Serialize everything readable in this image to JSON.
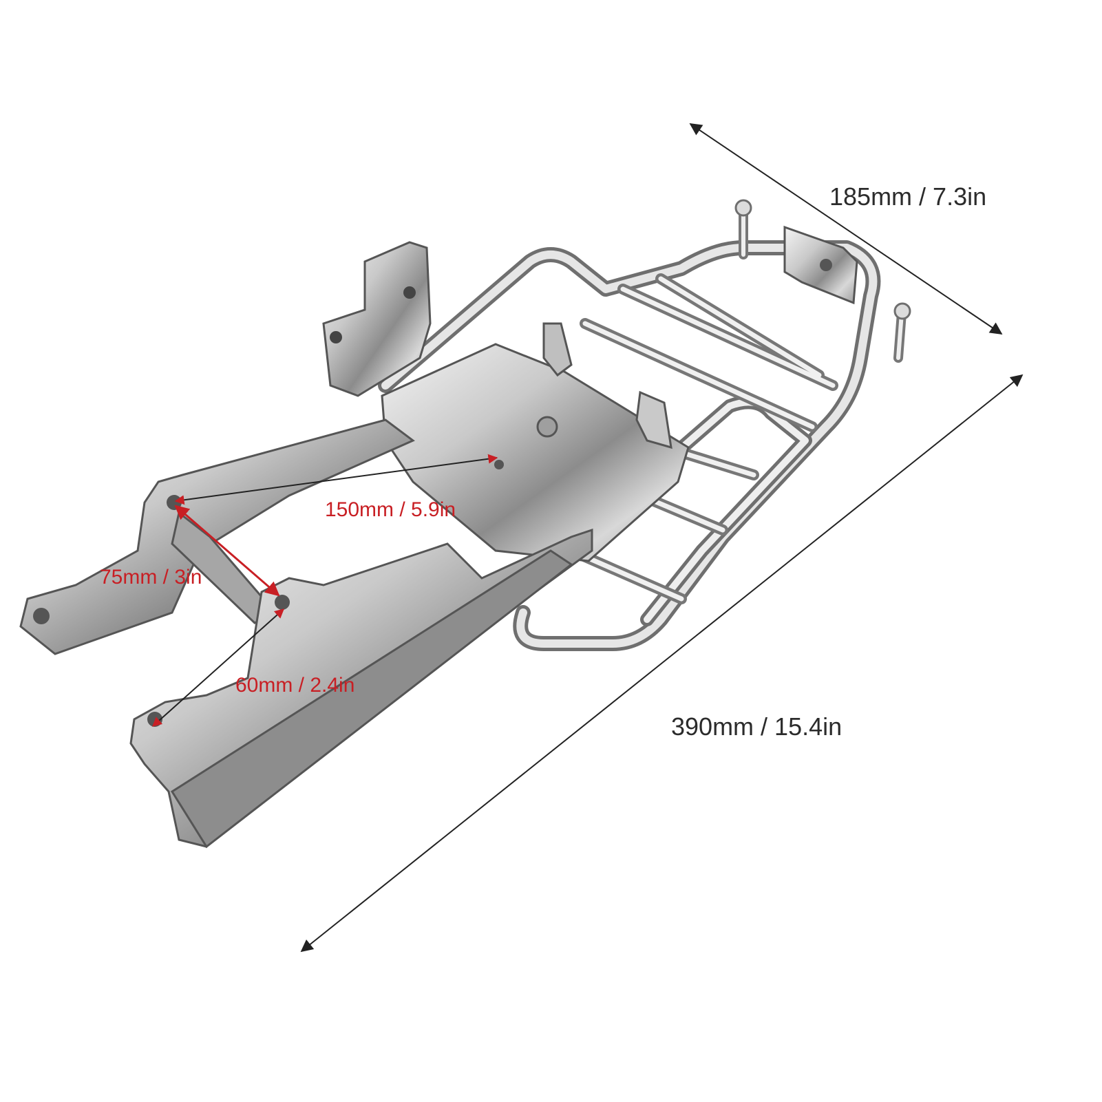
{
  "dimensions": {
    "rack_width": "185mm / 7.3in",
    "rack_length": "390mm / 15.4in",
    "hole_to_plate": "150mm / 5.9in",
    "hole_spacing_a": "75mm / 3in",
    "hole_spacing_b": "60mm / 2.4in"
  },
  "colors": {
    "label_black": "#2b2b2b",
    "label_red": "#c81f24",
    "arrow_dark": "#222222",
    "chrome_light": "#e8e8e8",
    "chrome_mid": "#b9b9b9",
    "chrome_dark": "#6e6e6e"
  }
}
